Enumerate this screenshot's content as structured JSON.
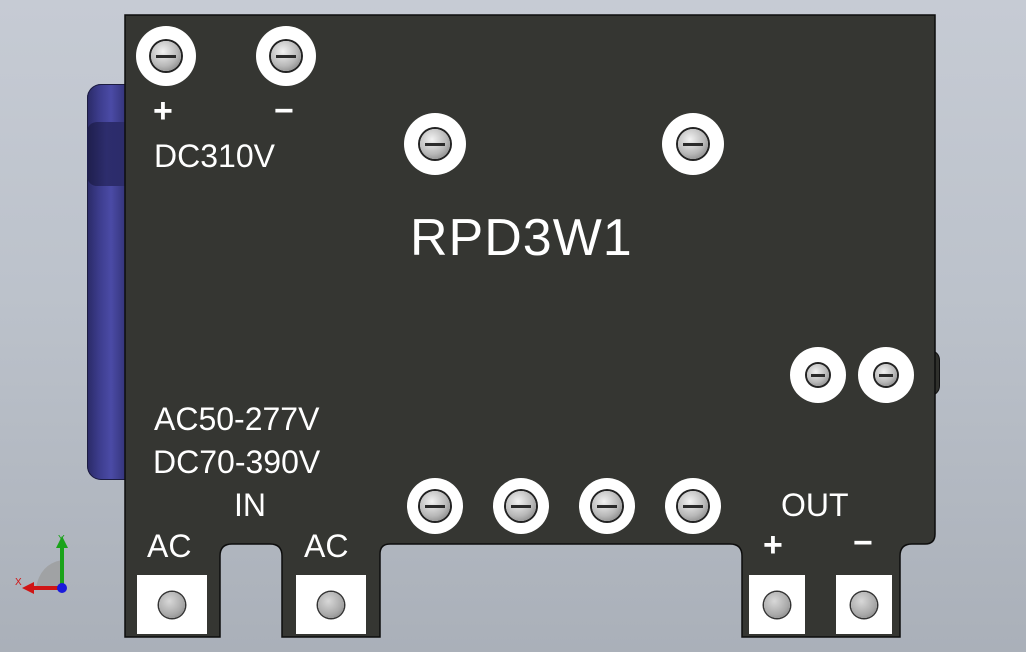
{
  "model_title": "RPD3W1",
  "dc_input": {
    "plus": "+",
    "minus": "−",
    "voltage": "DC310V"
  },
  "input_range": {
    "ac": "AC50-277V",
    "dc": "DC70-390V",
    "in_label": "IN"
  },
  "ac_terminals": {
    "left": "AC",
    "right": "AC"
  },
  "output": {
    "label": "OUT",
    "plus": "+",
    "minus": "−"
  },
  "triad": {
    "x_label": "X",
    "y_label": "Y"
  },
  "colors": {
    "board": "#353632",
    "capacitor": "#3c3c8c",
    "background": "#c0c5ce",
    "text": "#ffffff"
  }
}
